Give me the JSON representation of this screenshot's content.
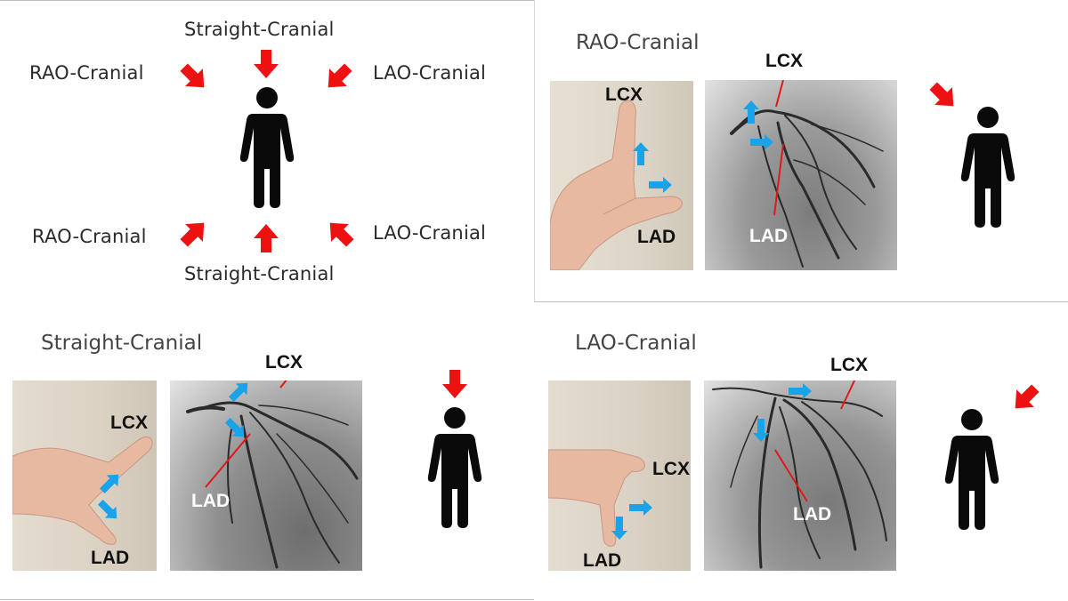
{
  "overview": {
    "top_label": "Straight-Cranial",
    "top_left_label": "RAO-Cranial",
    "top_right_label": "LAO-Cranial",
    "bottom_left_label": "RAO-Cranial",
    "bottom_right_label": "LAO-Cranial",
    "bottom_label": "Straight-Cranial"
  },
  "panels": {
    "rao": {
      "title": "RAO-Cranial",
      "hand_upper": "LCX",
      "hand_lower": "LAD",
      "angio_upper": "LCX",
      "angio_lower": "LAD"
    },
    "straight": {
      "title": "Straight-Cranial",
      "hand_upper": "LCX",
      "hand_lower": "LAD",
      "angio_upper": "LCX",
      "angio_lower": "LAD"
    },
    "lao": {
      "title": "LAO-Cranial",
      "hand_upper": "LCX",
      "hand_lower": "LAD",
      "angio_upper": "LCX",
      "angio_lower": "LAD"
    }
  },
  "colors": {
    "arrow_red": "#ee1111",
    "arrow_blue": "#1aa3e8",
    "pointer_red": "#e01818",
    "figure": "#0a0a0a"
  },
  "icons": [
    "person-icon",
    "red-arrow-icon",
    "blue-arrow-icon"
  ]
}
